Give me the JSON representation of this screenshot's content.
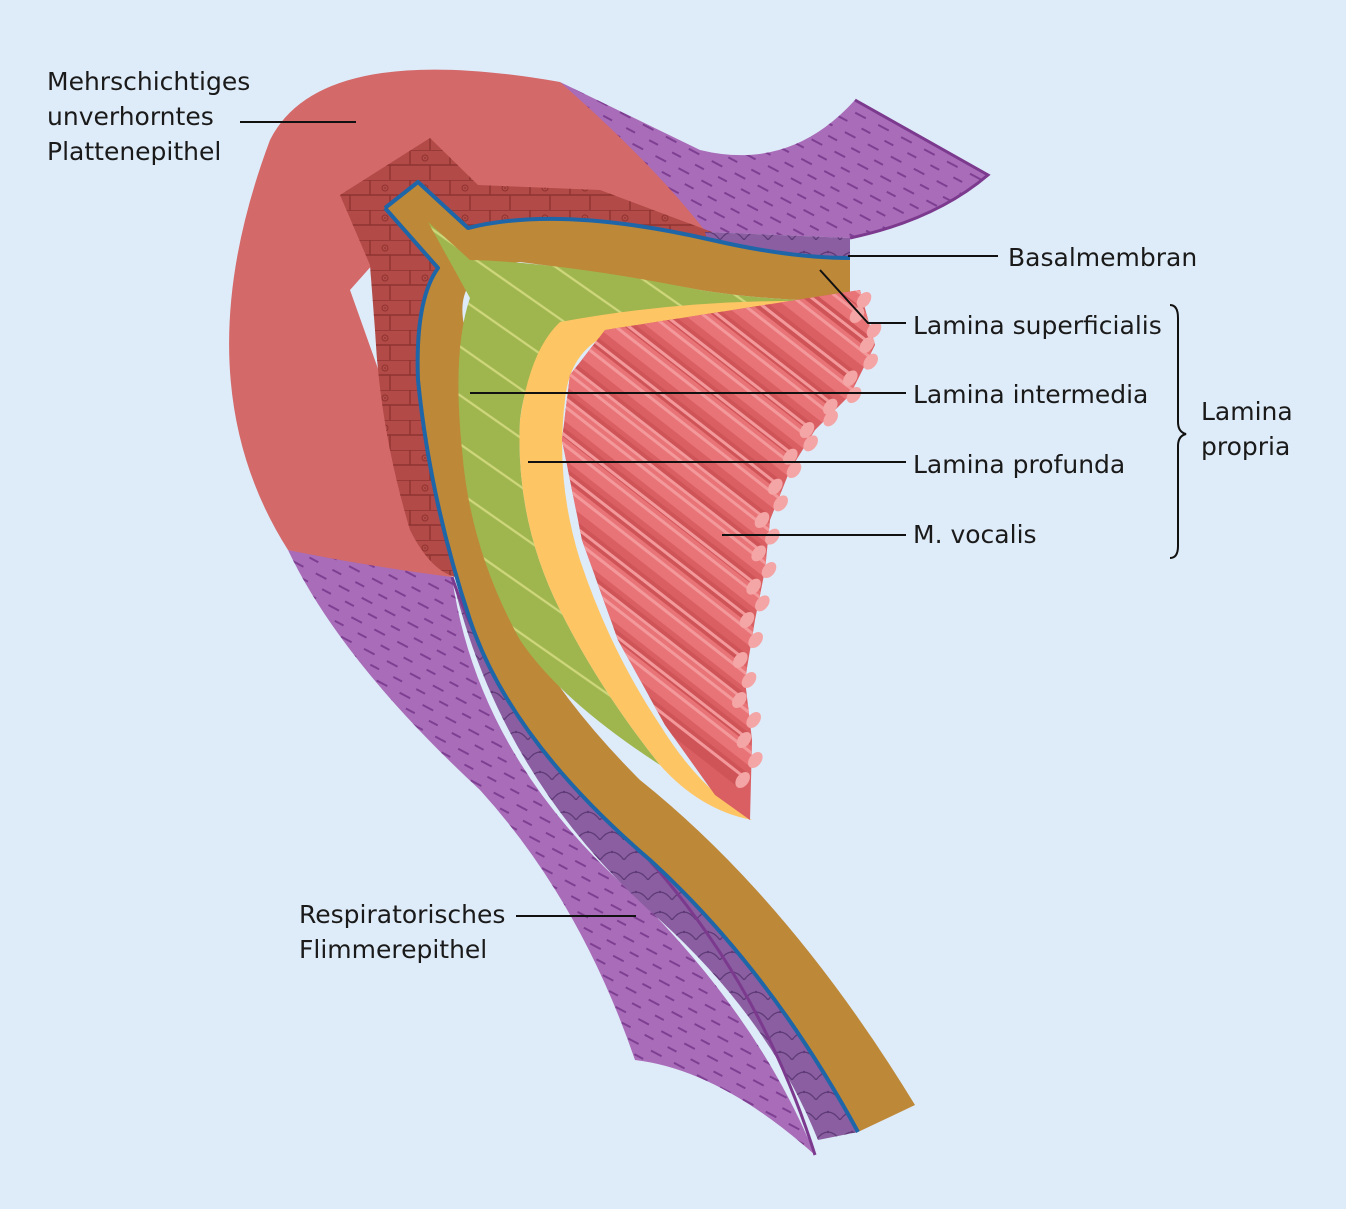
{
  "labels": {
    "squamous": [
      "Mehrschichtiges",
      "unverhorntes",
      "Plattenepithel"
    ],
    "basement": "Basalmembran",
    "superficial": "Lamina superficialis",
    "intermediate": "Lamina intermedia",
    "deep": "Lamina profunda",
    "vocalis": "M. vocalis",
    "propria": [
      "Lamina",
      "propria"
    ],
    "respiratory": [
      "Respiratorisches",
      "Flimmerepithel"
    ]
  },
  "colors": {
    "background": "#deebf8",
    "squamous_epithelium": "#d4696a",
    "squamous_basal_layer": "#b24a47",
    "respiratory_epithelium": "#a86cb8",
    "respiratory_deep_layer": "#8a5ea0",
    "basement_membrane": "#1f66a8",
    "lamina_superficialis": "#bd8838",
    "lamina_intermedia": "#9fb54e",
    "lamina_profunda": "#fdc564",
    "musculus_vocalis": "#e2686c",
    "muscle_fiber_end": "#f4a5a5",
    "leader_line": "#111111"
  }
}
